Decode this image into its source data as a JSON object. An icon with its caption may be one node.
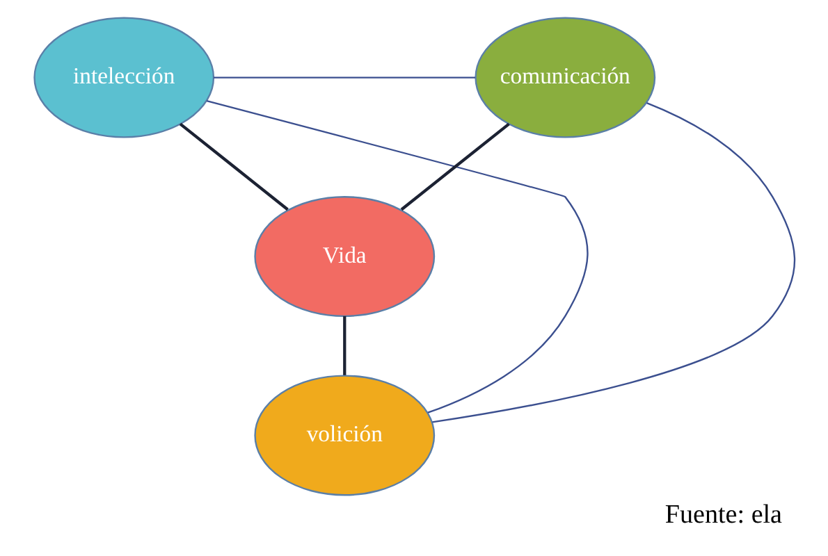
{
  "diagram": {
    "caption": "Fuente: ela",
    "nodes": [
      {
        "text": [
          "intelección"
        ]
      },
      {
        "text": [
          "comunicación"
        ]
      },
      {
        "text": [
          "Vida"
        ]
      },
      {
        "text": [
          "volición"
        ]
      }
    ],
    "edges": [
      {
        "from": 0,
        "to": 1,
        "arrow": "none"
      },
      {
        "from": 0,
        "to": 2,
        "arrow": "none",
        "color": "#1c2233"
      },
      {
        "from": 1,
        "to": 2,
        "arrow": "none",
        "color": "#1c2233"
      },
      {
        "from": 2,
        "to": 3,
        "arrow": "none",
        "color": "#1c2233"
      },
      {
        "from": 0,
        "to": 3,
        "arrow": "none"
      },
      {
        "from": 1,
        "to": 3,
        "arrow": "none"
      }
    ]
  }
}
